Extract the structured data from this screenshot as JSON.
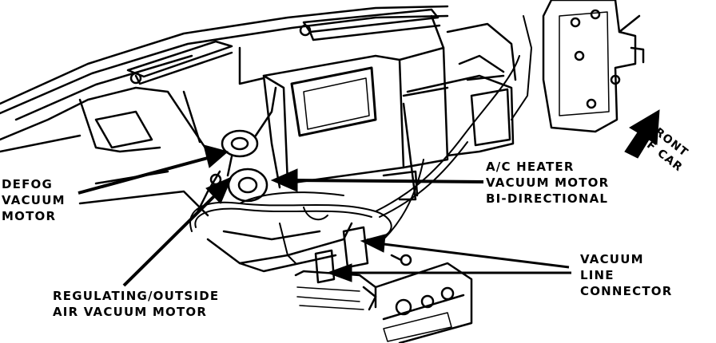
{
  "labels": {
    "defog": [
      "DEFOG",
      "VACUUM",
      "MOTOR"
    ],
    "ac_heater": [
      "A/C HEATER",
      "VACUUM MOTOR",
      "BI-DIRECTIONAL"
    ],
    "regulating": [
      "REGULATING/OUTSIDE",
      "AIR VACUUM MOTOR"
    ],
    "vacuum_line": [
      "VACUUM",
      "LINE",
      "CONNECTOR"
    ],
    "front_of_car": [
      "FRONT",
      "OF CAR"
    ]
  },
  "colors": {
    "ink": "#000000",
    "paper": "#ffffff"
  }
}
